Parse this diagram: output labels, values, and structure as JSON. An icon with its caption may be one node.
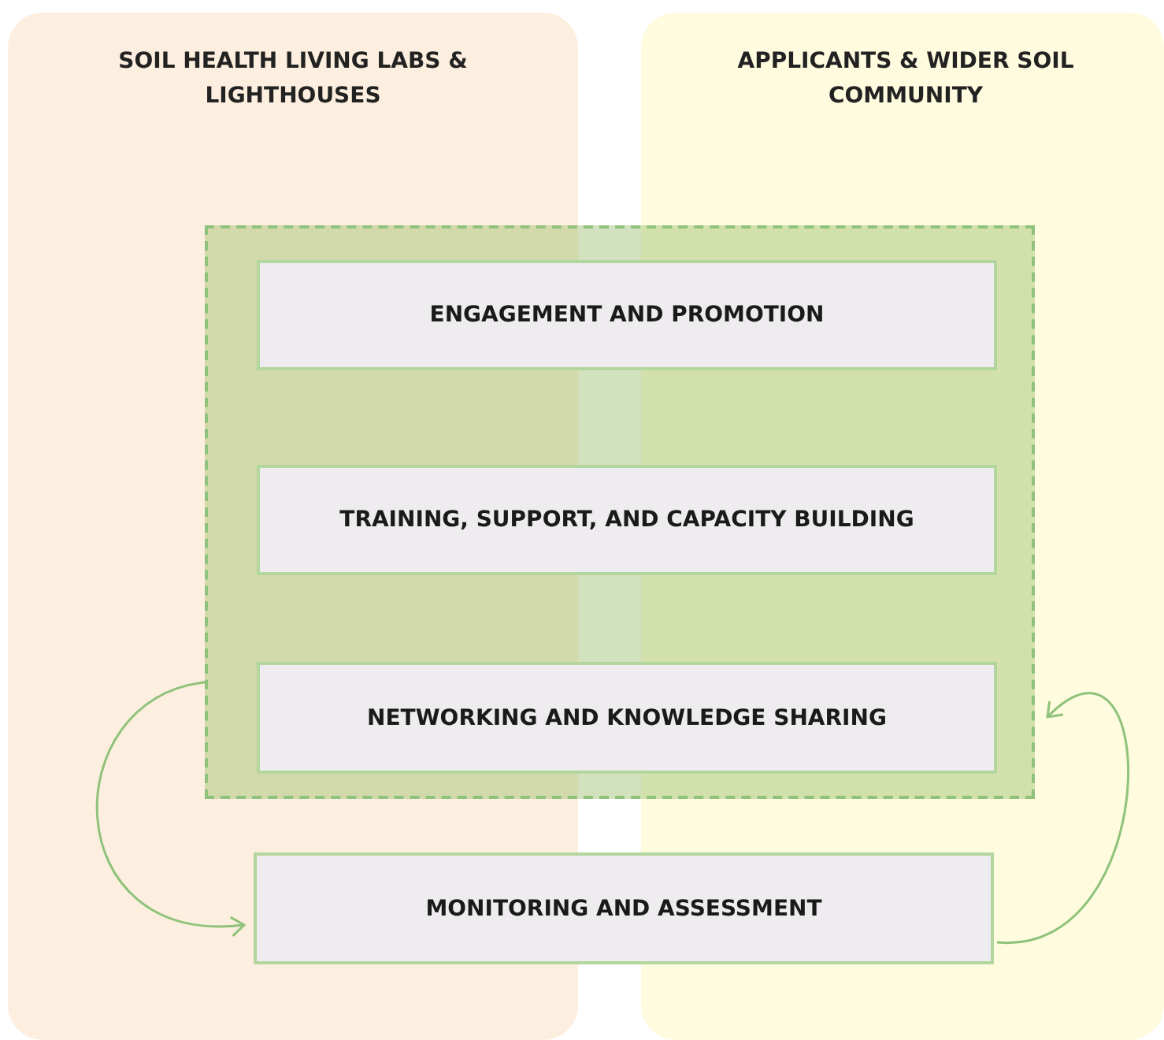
{
  "diagram": {
    "nodes": [
      {
        "text": [],
        "shape": "box"
      },
      {
        "text": [
          "ENGAGEMENT AND PROMOTION"
        ],
        "in": 0
      },
      {
        "text": [
          "TRAINING, SUPPORT, AND CAPACITY BUILDING"
        ],
        "in": 0
      },
      {
        "text": [
          "NETWORKING AND KNOWLEDGE SHARING"
        ],
        "in": 0
      },
      {
        "text": [
          "MONITORING AND ASSESSMENT"
        ]
      }
    ],
    "edges": [
      {
        "from": 0,
        "to": 4,
        "arrow": "to"
      },
      {
        "from": 4,
        "to": 0,
        "arrow": "to"
      }
    ],
    "labels": [
      "SOIL HEALTH LIVING LABS & LIGHTHOUSES",
      "APPLICANTS & WIDER SOIL COMMUNITY"
    ]
  }
}
